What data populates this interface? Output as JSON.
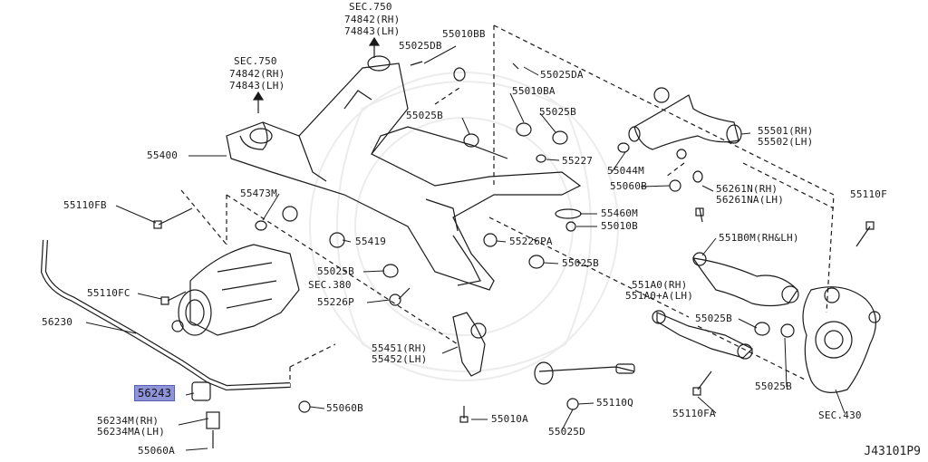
{
  "labels": {
    "sec750_top_a": "SEC.750",
    "sec750_top_b": "74842(RH)",
    "sec750_top_c": "74843(LH)",
    "sec750_left_a": "SEC.750",
    "sec750_left_b": "74842(RH)",
    "sec750_left_c": "74843(LH)",
    "p55010BB": "55010BB",
    "p55025DB": "55025DB",
    "p55025DA": "55025DA",
    "p55010BA": "55010BA",
    "p55025B_a": "55025B",
    "p55025B_b": "55025B",
    "p55227": "55227",
    "p55400": "55400",
    "p55501": "55501(RH)",
    "p55502": "55502(LH)",
    "p55044M": "55044M",
    "p55060B_a": "55060B",
    "p55110FB": "55110FB",
    "p55473M": "55473M",
    "p55460M": "55460M",
    "p55010B": "55010B",
    "p56261N": "56261N(RH)",
    "p56261NA": "56261NA(LH)",
    "p55110F": "55110F",
    "p55419": "55419",
    "p55226PA": "55226PA",
    "p551B0M": "551B0M(RH&LH)",
    "p55025B_c": "55025B",
    "p55025B_d": "55025B",
    "sec380": "SEC.380",
    "p55110FC": "55110FC",
    "p55226P": "55226P",
    "p551A0": "551A0(RH)",
    "p551A0A": "551A0+A(LH)",
    "p55025B_e": "55025B",
    "p56230": "56230",
    "p55451": "55451(RH)",
    "p55452": "55452(LH)",
    "p56243": "56243",
    "p55110Q": "55110Q",
    "p55025B_f": "55025B",
    "p55060B_b": "55060B",
    "p56234M": "56234M(RH)",
    "p56234MA": "56234MA(LH)",
    "p55010A": "55010A",
    "p55110FA": "55110FA",
    "sec430": "SEC.430",
    "p55060A": "55060A",
    "p55025D": "55025D",
    "diagram_code": "J43101P9"
  },
  "colors": {
    "line": "#1a1a1a",
    "highlight": "#8f93d8",
    "watermark": "#e6e6e6"
  }
}
